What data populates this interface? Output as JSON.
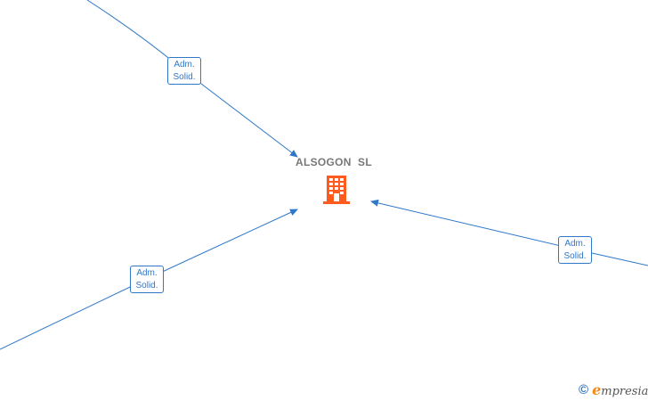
{
  "company": {
    "name": "ALSOGON  SL",
    "icon": "building-icon",
    "icon_color": "#ff5b1f"
  },
  "relations": [
    {
      "role_line1": "Adm.",
      "role_line2": "Solid.",
      "direction": "from top-left"
    },
    {
      "role_line1": "Adm.",
      "role_line2": "Solid.",
      "direction": "from bottom-left"
    },
    {
      "role_line1": "Adm.",
      "role_line2": "Solid.",
      "direction": "from right"
    }
  ],
  "colors": {
    "edge": "#2f78c8",
    "label_text": "#777777"
  },
  "brand": {
    "copyright_symbol": "©",
    "name_initial": "e",
    "name_rest": "mpresia"
  }
}
